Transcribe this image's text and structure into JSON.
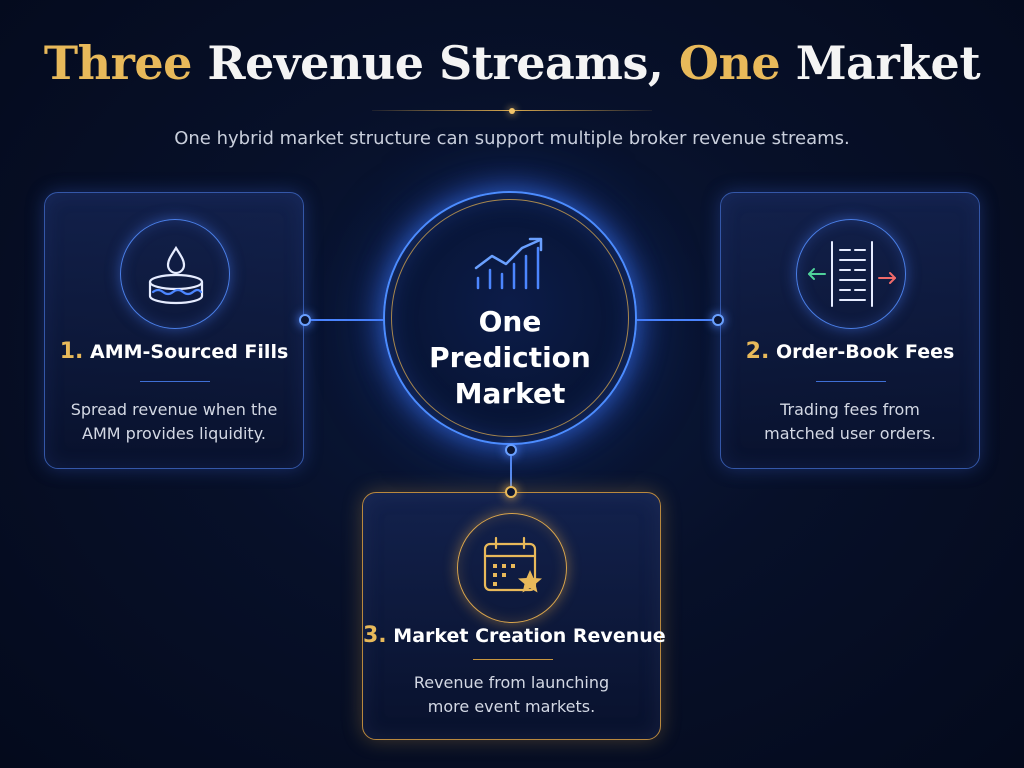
{
  "title": {
    "part1": "Three",
    "part2": "Revenue Streams,",
    "part3": "One",
    "part4": "Market"
  },
  "subtitle": "One hybrid market structure can support multiple broker revenue streams.",
  "hub": {
    "line1": "One",
    "line2": "Prediction",
    "line3": "Market",
    "icon": "trending-up-chart-icon"
  },
  "cards": [
    {
      "number": "1.",
      "title": "AMM-Sourced Fills",
      "desc_line1": "Spread revenue when the",
      "desc_line2": "AMM provides liquidity.",
      "icon": "liquidity-pool-drop-icon"
    },
    {
      "number": "2.",
      "title": "Order-Book Fees",
      "desc_line1": "Trading fees from",
      "desc_line2": "matched user orders.",
      "icon": "order-book-icon"
    },
    {
      "number": "3.",
      "title": "Market Creation Revenue",
      "desc_line1": "Revenue from launching",
      "desc_line2": "more event markets.",
      "icon": "calendar-star-icon"
    }
  ],
  "colors": {
    "gold": "#e8b95a",
    "blue": "#4c8cff",
    "background": "#061028"
  }
}
